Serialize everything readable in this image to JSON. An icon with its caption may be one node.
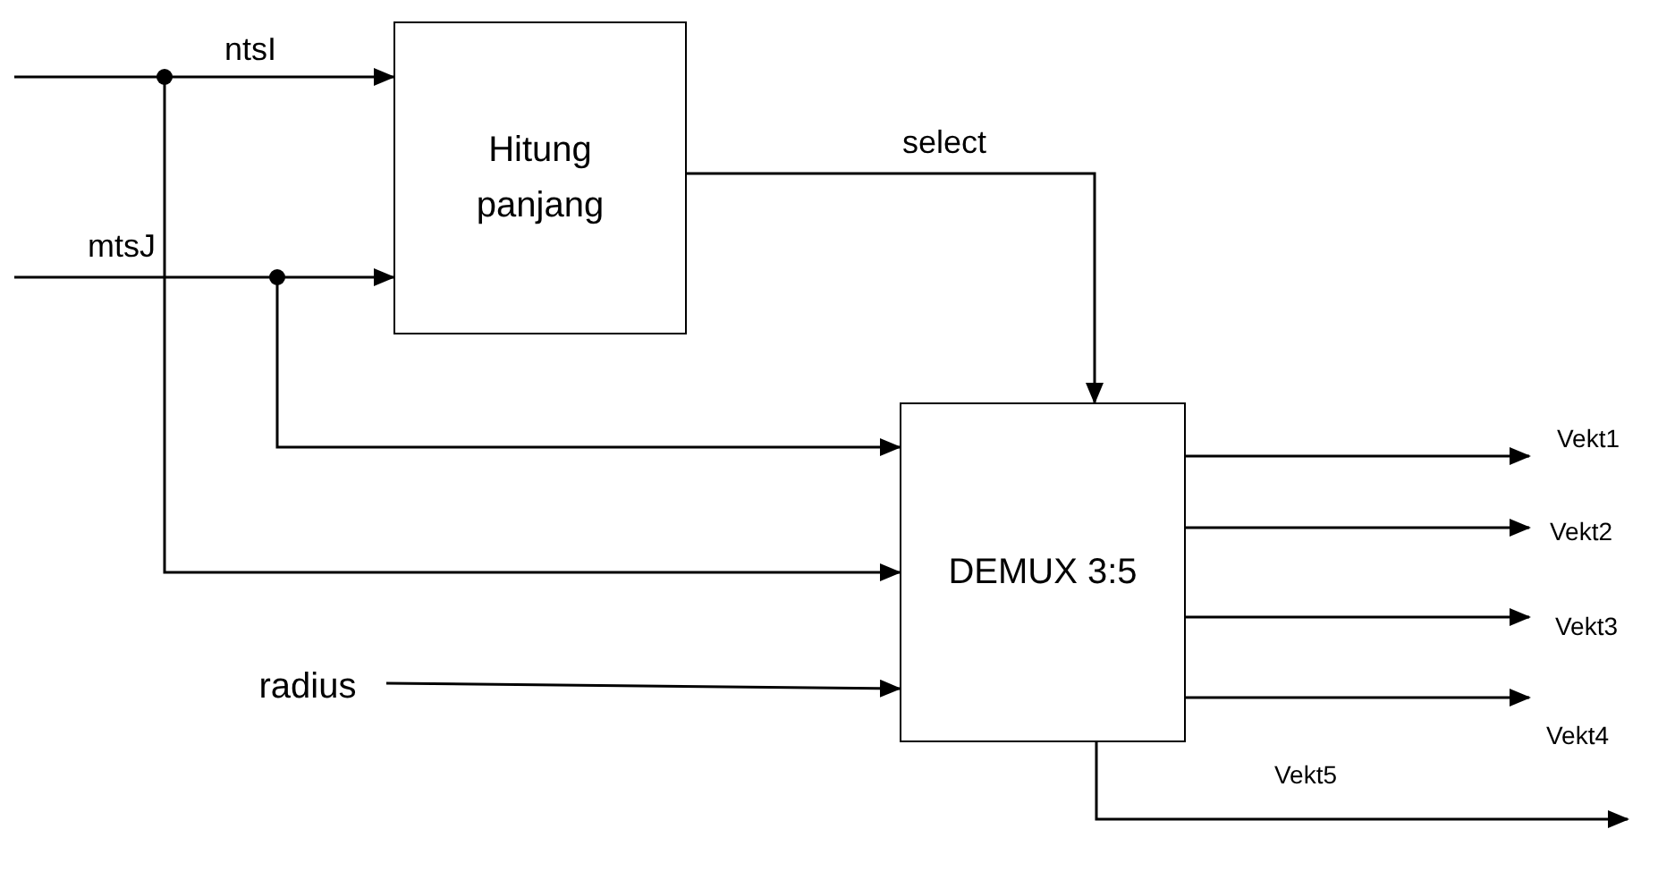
{
  "diagram": {
    "nodes": [
      {
        "text": [
          "Hitung panjang"
        ]
      },
      {
        "text": [
          "DEMUX 3:5"
        ]
      },
      {
        "text": [
          "radius"
        ]
      }
    ],
    "edges": [
      {
        "from": null,
        "to": 0,
        "arrow": "to",
        "label": "ntsI"
      },
      {
        "from": null,
        "to": 1,
        "arrow": "to"
      },
      {
        "from": null,
        "to": 0,
        "arrow": "to",
        "label": "mtsJ"
      },
      {
        "from": null,
        "to": 1,
        "arrow": "to"
      },
      {
        "from": 0,
        "to": 1,
        "arrow": "to",
        "label": "select"
      },
      {
        "from": 2,
        "to": 1,
        "arrow": "to"
      },
      {
        "from": 1,
        "to": null,
        "arrow": "to",
        "label": "Vekt1"
      },
      {
        "from": 1,
        "to": null,
        "arrow": "to",
        "label": "Vekt2"
      },
      {
        "from": 1,
        "to": null,
        "arrow": "to",
        "label": "Vekt3"
      },
      {
        "from": 1,
        "to": null,
        "arrow": "to",
        "label": "Vekt4"
      },
      {
        "from": 1,
        "to": null,
        "arrow": "to",
        "label": "Vekt5"
      }
    ]
  }
}
